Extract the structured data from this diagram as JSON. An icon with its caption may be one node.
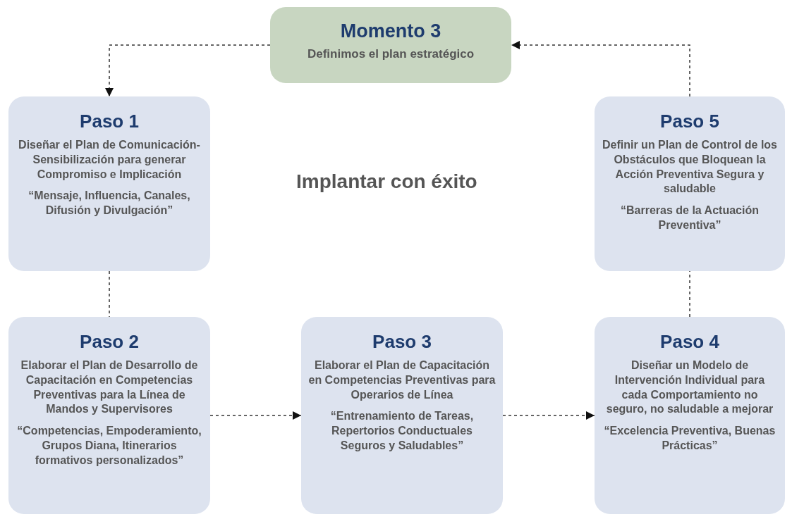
{
  "diagram": {
    "nodes": [
      {
        "text": [
          "Momento 3",
          "Definimos el plan estratégico"
        ]
      },
      {
        "text": [
          "Paso 1",
          "Diseñar el Plan de Comunicación-Sensibilización para generar Compromiso e Implicación",
          "“Mensaje, Influencia, Canales, Difusión y Divulgación”"
        ]
      },
      {
        "text": [
          "Paso 5",
          "Definir un Plan de Control de los Obstáculos que Bloquean la Acción Preventiva Segura y saludable",
          "“Barreras de la Actuación Preventiva”"
        ]
      },
      {
        "text": [
          "Paso 2",
          "Elaborar el Plan de Desarrollo de Capacitación en Competencias Preventivas para la Línea de Mandos y Supervisores",
          "“Competencias, Empoderamiento, Grupos Diana, Itinerarios formativos personalizados”"
        ]
      },
      {
        "text": [
          "Paso 3",
          "Elaborar el Plan de Capacitación en Competencias Preventivas para Operarios de Línea",
          "“Entrenamiento de Tareas, Repertorios Conductuales Seguros y Saludables”"
        ]
      },
      {
        "text": [
          "Paso 4",
          "Diseñar un Modelo de Intervención Individual para cada Comportamiento no seguro, no saludable a mejorar",
          "“Excelencia Preventiva, Buenas Prácticas”"
        ]
      }
    ],
    "edges": [
      {
        "from": 0,
        "to": 1,
        "arrow": "to",
        "style": "dashed"
      },
      {
        "from": 1,
        "to": 3,
        "arrow": "none",
        "style": "dashed"
      },
      {
        "from": 3,
        "to": 4,
        "arrow": "to",
        "style": "dashed"
      },
      {
        "from": 4,
        "to": 5,
        "arrow": "to",
        "style": "dashed"
      },
      {
        "from": 5,
        "to": 2,
        "arrow": "none",
        "style": "dashed"
      },
      {
        "from": 2,
        "to": 0,
        "arrow": "to",
        "style": "dashed"
      }
    ],
    "labels": [
      "Implantar con éxito"
    ]
  }
}
